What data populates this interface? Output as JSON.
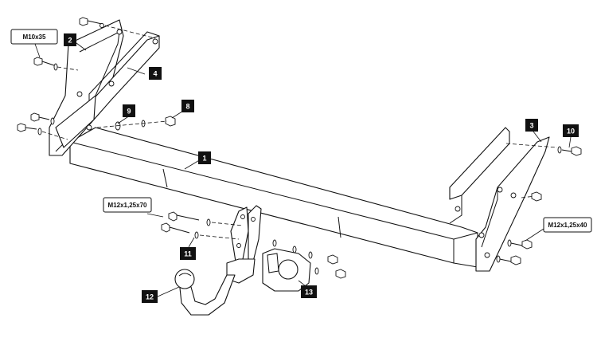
{
  "diagram": {
    "part_numbers": [
      "1",
      "2",
      "3",
      "4",
      "8",
      "9",
      "10",
      "11",
      "12",
      "13"
    ],
    "bolt_specs": {
      "upper_left": "M10x35",
      "lower_mid": "M12x1,25x70",
      "right": "M12x1,25x40"
    }
  },
  "colors": {
    "line": "#111111",
    "tag_fill": "#111111",
    "tag_text": "#ffffff",
    "background": "#ffffff"
  }
}
